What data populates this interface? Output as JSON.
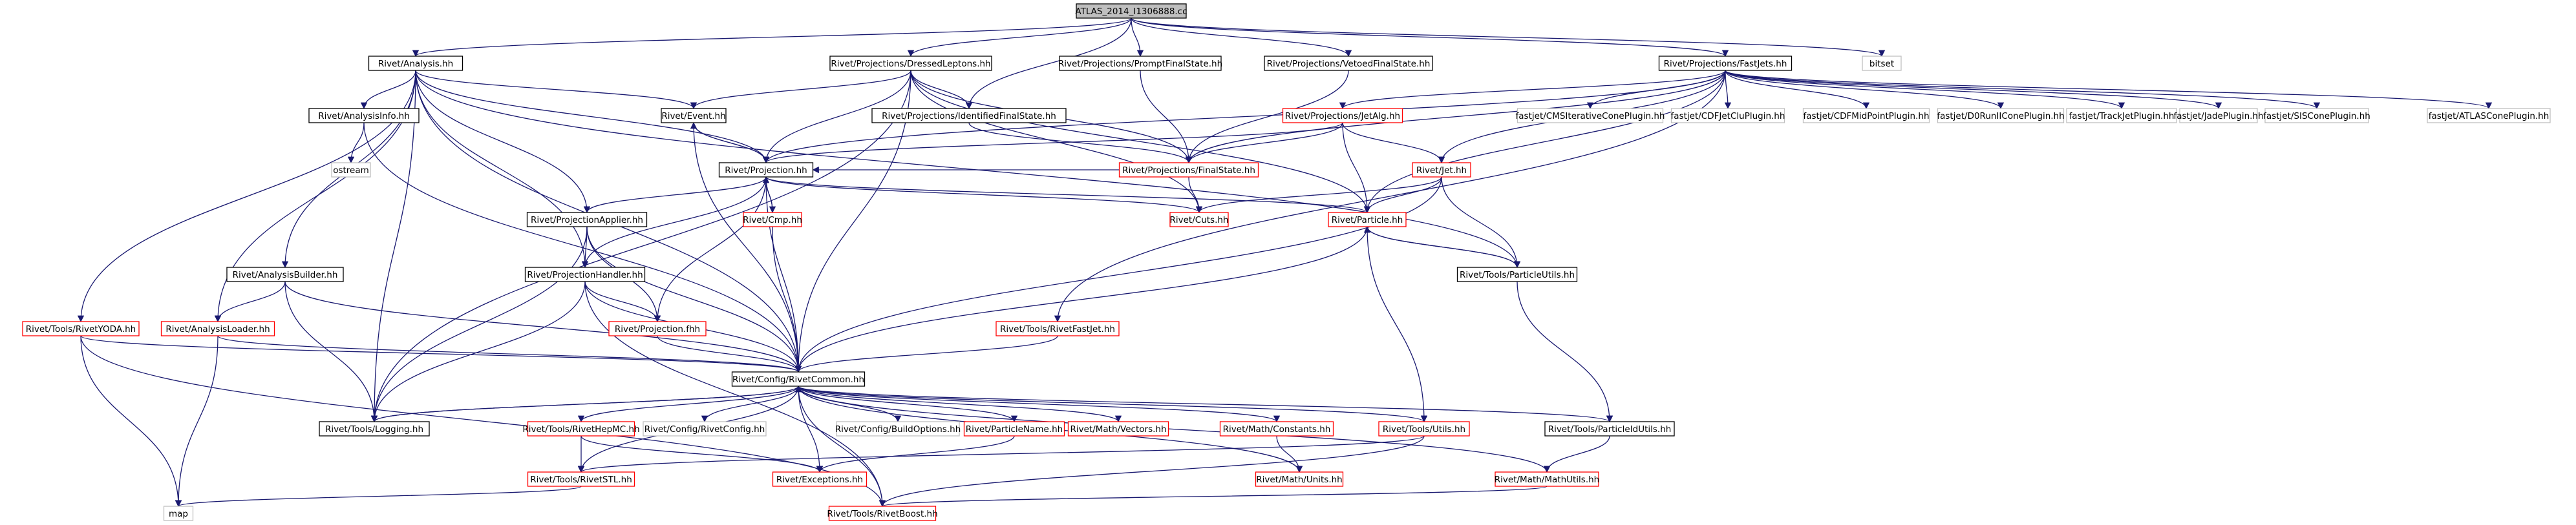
{
  "colors": {
    "edge": "#191970",
    "root_fill": "#bfbfbf",
    "normal_border": "#000000",
    "missing_border": "#ff0000",
    "external_border": "#bfbfbf"
  },
  "nodes": [
    {
      "id": "root",
      "label": "ATLAS_2014_I1306888.cc",
      "kind": "root"
    },
    {
      "id": "analysis",
      "label": "Rivet/Analysis.hh",
      "kind": "normal"
    },
    {
      "id": "dressed",
      "label": "Rivet/Projections/DressedLeptons.hh",
      "kind": "normal"
    },
    {
      "id": "prompt",
      "label": "Rivet/Projections/PromptFinalState.hh",
      "kind": "normal"
    },
    {
      "id": "vetoed",
      "label": "Rivet/Projections/VetoedFinalState.hh",
      "kind": "normal"
    },
    {
      "id": "fastjets",
      "label": "Rivet/Projections/FastJets.hh",
      "kind": "normal"
    },
    {
      "id": "bitset",
      "label": "bitset",
      "kind": "external"
    },
    {
      "id": "analysisinfo",
      "label": "Rivet/AnalysisInfo.hh",
      "kind": "normal"
    },
    {
      "id": "event",
      "label": "Rivet/Event.hh",
      "kind": "normal"
    },
    {
      "id": "identified",
      "label": "Rivet/Projections/IdentifiedFinalState.hh",
      "kind": "normal"
    },
    {
      "id": "jetalg",
      "label": "Rivet/Projections/JetAlg.hh",
      "kind": "missing"
    },
    {
      "id": "cmsiter",
      "label": "fastjet/CMSIterativeConePlugin.hh",
      "kind": "external"
    },
    {
      "id": "cdfjetclu",
      "label": "fastjet/CDFJetCluPlugin.hh",
      "kind": "external"
    },
    {
      "id": "cdfmid",
      "label": "fastjet/CDFMidPointPlugin.hh",
      "kind": "external"
    },
    {
      "id": "d0run",
      "label": "fastjet/D0RunIIConePlugin.hh",
      "kind": "external"
    },
    {
      "id": "trackjet",
      "label": "fastjet/TrackJetPlugin.hh",
      "kind": "external"
    },
    {
      "id": "jade",
      "label": "fastjet/JadePlugin.hh",
      "kind": "external"
    },
    {
      "id": "siscone",
      "label": "fastjet/SISConePlugin.hh",
      "kind": "external"
    },
    {
      "id": "atlascone",
      "label": "fastjet/ATLASConePlugin.hh",
      "kind": "external"
    },
    {
      "id": "ostream",
      "label": "ostream",
      "kind": "external"
    },
    {
      "id": "projection",
      "label": "Rivet/Projection.hh",
      "kind": "normal"
    },
    {
      "id": "finalstate",
      "label": "Rivet/Projections/FinalState.hh",
      "kind": "missing"
    },
    {
      "id": "jet",
      "label": "Rivet/Jet.hh",
      "kind": "missing"
    },
    {
      "id": "projapplier",
      "label": "Rivet/ProjectionApplier.hh",
      "kind": "normal"
    },
    {
      "id": "cmp",
      "label": "Rivet/Cmp.hh",
      "kind": "missing"
    },
    {
      "id": "cuts",
      "label": "Rivet/Cuts.hh",
      "kind": "missing"
    },
    {
      "id": "particle",
      "label": "Rivet/Particle.hh",
      "kind": "missing"
    },
    {
      "id": "analysisbuilder",
      "label": "Rivet/AnalysisBuilder.hh",
      "kind": "normal"
    },
    {
      "id": "projhandler",
      "label": "Rivet/ProjectionHandler.hh",
      "kind": "normal"
    },
    {
      "id": "particleutils",
      "label": "Rivet/Tools/ParticleUtils.hh",
      "kind": "normal"
    },
    {
      "id": "rivetfastjet",
      "label": "Rivet/Tools/RivetFastJet.hh",
      "kind": "missing"
    },
    {
      "id": "rivetyoda",
      "label": "Rivet/Tools/RivetYODA.hh",
      "kind": "missing"
    },
    {
      "id": "analysisloader",
      "label": "Rivet/AnalysisLoader.hh",
      "kind": "missing"
    },
    {
      "id": "projectionfhh",
      "label": "Rivet/Projection.fhh",
      "kind": "missing"
    },
    {
      "id": "rivetcommon",
      "label": "Rivet/Config/RivetCommon.hh",
      "kind": "normal"
    },
    {
      "id": "logging",
      "label": "Rivet/Tools/Logging.hh",
      "kind": "normal"
    },
    {
      "id": "rivethepmc",
      "label": "Rivet/Tools/RivetHepMC.hh",
      "kind": "missing"
    },
    {
      "id": "rivetconfig",
      "label": "Rivet/Config/RivetConfig.hh",
      "kind": "external"
    },
    {
      "id": "buildoptions",
      "label": "Rivet/Config/BuildOptions.hh",
      "kind": "external"
    },
    {
      "id": "particlename",
      "label": "Rivet/ParticleName.hh",
      "kind": "missing"
    },
    {
      "id": "mathvectors",
      "label": "Rivet/Math/Vectors.hh",
      "kind": "missing"
    },
    {
      "id": "mathconstants",
      "label": "Rivet/Math/Constants.hh",
      "kind": "missing"
    },
    {
      "id": "toolsutils",
      "label": "Rivet/Tools/Utils.hh",
      "kind": "missing"
    },
    {
      "id": "particleidutils",
      "label": "Rivet/Tools/ParticleIdUtils.hh",
      "kind": "normal"
    },
    {
      "id": "rivetstl",
      "label": "Rivet/Tools/RivetSTL.hh",
      "kind": "missing"
    },
    {
      "id": "exceptions",
      "label": "Rivet/Exceptions.hh",
      "kind": "missing"
    },
    {
      "id": "mathunits",
      "label": "Rivet/Math/Units.hh",
      "kind": "missing"
    },
    {
      "id": "mathutils",
      "label": "Rivet/Math/MathUtils.hh",
      "kind": "missing"
    },
    {
      "id": "map",
      "label": "map",
      "kind": "external"
    },
    {
      "id": "rivetboost",
      "label": "Rivet/Tools/RivetBoost.hh",
      "kind": "missing"
    }
  ],
  "edges": [
    [
      "root",
      "analysis"
    ],
    [
      "root",
      "dressed"
    ],
    [
      "root",
      "prompt"
    ],
    [
      "root",
      "vetoed"
    ],
    [
      "root",
      "fastjets"
    ],
    [
      "root",
      "bitset"
    ],
    [
      "root",
      "identified"
    ],
    [
      "analysis",
      "analysisinfo"
    ],
    [
      "analysis",
      "event"
    ],
    [
      "analysis",
      "projection"
    ],
    [
      "analysis",
      "projapplier"
    ],
    [
      "analysis",
      "projhandler"
    ],
    [
      "analysis",
      "analysisbuilder"
    ],
    [
      "analysis",
      "analysisloader"
    ],
    [
      "analysis",
      "rivetyoda"
    ],
    [
      "analysis",
      "logging"
    ],
    [
      "analysis",
      "rivetcommon"
    ],
    [
      "analysis",
      "particleutils"
    ],
    [
      "dressed",
      "event"
    ],
    [
      "dressed",
      "projection"
    ],
    [
      "dressed",
      "identified"
    ],
    [
      "dressed",
      "finalstate"
    ],
    [
      "dressed",
      "cuts"
    ],
    [
      "dressed",
      "particle"
    ],
    [
      "dressed",
      "logging"
    ],
    [
      "dressed",
      "rivetcommon"
    ],
    [
      "prompt",
      "finalstate"
    ],
    [
      "vetoed",
      "finalstate"
    ],
    [
      "fastjets",
      "jetalg"
    ],
    [
      "fastjets",
      "cmsiter"
    ],
    [
      "fastjets",
      "cdfjetclu"
    ],
    [
      "fastjets",
      "cdfmid"
    ],
    [
      "fastjets",
      "d0run"
    ],
    [
      "fastjets",
      "trackjet"
    ],
    [
      "fastjets",
      "jade"
    ],
    [
      "fastjets",
      "siscone"
    ],
    [
      "fastjets",
      "atlascone"
    ],
    [
      "fastjets",
      "jet"
    ],
    [
      "fastjets",
      "particle"
    ],
    [
      "fastjets",
      "projection"
    ],
    [
      "fastjets",
      "rivetfastjet"
    ],
    [
      "fastjets",
      "finalstate"
    ],
    [
      "analysisinfo",
      "ostream"
    ],
    [
      "analysisinfo",
      "rivetcommon"
    ],
    [
      "event",
      "projection"
    ],
    [
      "event",
      "rivetcommon"
    ],
    [
      "identified",
      "finalstate"
    ],
    [
      "jetalg",
      "finalstate"
    ],
    [
      "jetalg",
      "jet"
    ],
    [
      "jetalg",
      "particle"
    ],
    [
      "jetalg",
      "projection"
    ],
    [
      "projection",
      "event"
    ],
    [
      "projection",
      "cmp"
    ],
    [
      "projection",
      "projapplier"
    ],
    [
      "projection",
      "projhandler"
    ],
    [
      "projection",
      "projectionfhh"
    ],
    [
      "projection",
      "cuts"
    ],
    [
      "projection",
      "particle"
    ],
    [
      "projection",
      "rivetcommon"
    ],
    [
      "cmp",
      "projection"
    ],
    [
      "cmp",
      "rivetcommon"
    ],
    [
      "finalstate",
      "cuts"
    ],
    [
      "finalstate",
      "projection"
    ],
    [
      "jet",
      "particle"
    ],
    [
      "jet",
      "cuts"
    ],
    [
      "jet",
      "particleutils"
    ],
    [
      "jet",
      "rivetcommon"
    ],
    [
      "projapplier",
      "projhandler"
    ],
    [
      "projapplier",
      "projectionfhh"
    ],
    [
      "projapplier",
      "rivetcommon"
    ],
    [
      "projapplier",
      "logging"
    ],
    [
      "particle",
      "particleutils"
    ],
    [
      "particle",
      "toolsutils"
    ],
    [
      "particle",
      "rivetcommon"
    ],
    [
      "particleutils",
      "particle"
    ],
    [
      "particleutils",
      "particleidutils"
    ],
    [
      "analysisbuilder",
      "analysisloader"
    ],
    [
      "analysisbuilder",
      "logging"
    ],
    [
      "analysisbuilder",
      "rivetcommon"
    ],
    [
      "projhandler",
      "projectionfhh"
    ],
    [
      "projhandler",
      "rivetcommon"
    ],
    [
      "projhandler",
      "logging"
    ],
    [
      "projhandler",
      "rivetboost"
    ],
    [
      "rivetfastjet",
      "rivetcommon"
    ],
    [
      "rivetyoda",
      "rivetcommon"
    ],
    [
      "rivetyoda",
      "map"
    ],
    [
      "rivetyoda",
      "rivetboost"
    ],
    [
      "analysisloader",
      "rivetcommon"
    ],
    [
      "analysisloader",
      "map"
    ],
    [
      "projectionfhh",
      "rivetcommon"
    ],
    [
      "rivetcommon",
      "logging"
    ],
    [
      "rivetcommon",
      "rivethepmc"
    ],
    [
      "rivetcommon",
      "rivetconfig"
    ],
    [
      "rivetcommon",
      "buildoptions"
    ],
    [
      "rivetcommon",
      "particlename"
    ],
    [
      "rivetcommon",
      "mathvectors"
    ],
    [
      "rivetcommon",
      "mathconstants"
    ],
    [
      "rivetcommon",
      "toolsutils"
    ],
    [
      "rivetcommon",
      "particleidutils"
    ],
    [
      "rivetcommon",
      "rivetstl"
    ],
    [
      "rivetcommon",
      "exceptions"
    ],
    [
      "rivetcommon",
      "mathunits"
    ],
    [
      "rivetcommon",
      "mathutils"
    ],
    [
      "rivetcommon",
      "rivetboost"
    ],
    [
      "logging",
      "rivetcommon"
    ],
    [
      "rivethepmc",
      "rivetstl"
    ],
    [
      "rivethepmc",
      "exceptions"
    ],
    [
      "particlename",
      "exceptions"
    ],
    [
      "mathconstants",
      "mathunits"
    ],
    [
      "toolsutils",
      "rivetstl"
    ],
    [
      "toolsutils",
      "rivetboost"
    ],
    [
      "particleidutils",
      "mathutils"
    ],
    [
      "rivetstl",
      "map"
    ],
    [
      "mathutils",
      "rivetboost"
    ]
  ]
}
